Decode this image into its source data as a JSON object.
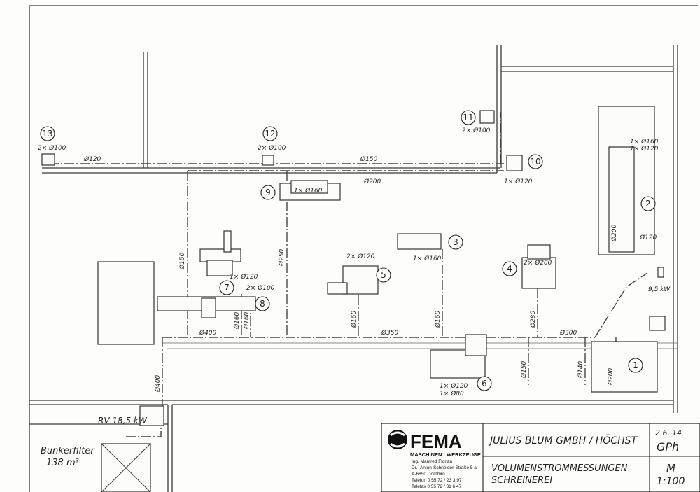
{
  "title_block": {
    "company_name": "FEMA",
    "company_tagline": "MASCHINEN · WERKZEUGE",
    "company_person": "Ing. Manfred Florian",
    "company_street": "Dr.- Anton-Schneider-Straße 5 a",
    "company_city": "A-6850 Dornbirn",
    "company_phone": "Telefon 0 55 72 / 23 3 97",
    "company_fax": "Telefax 0 55 72 / 31 6 47",
    "client": "JULIUS BLUM GMBH / HÖCHST",
    "description_line1": "VOLUMENSTROMMESSUNGEN",
    "description_line2": "SCHREINEREI",
    "date": "2.6.'14",
    "signature": "GPh",
    "scale_label": "M",
    "scale_value": "1:100"
  },
  "machines": [
    {
      "number": "1",
      "flow": "Ø200"
    },
    {
      "number": "2",
      "flow_top": "1× Ø160",
      "flow_bottom": "1× Ø120",
      "branch": "Ø200",
      "branch2": "Ø120"
    },
    {
      "number": "3",
      "flow": "1× Ø160"
    },
    {
      "number": "4",
      "flow": "2× Ø200"
    },
    {
      "number": "5",
      "flow": "2× Ø120"
    },
    {
      "number": "6",
      "flow_1": "1× Ø120",
      "flow_2": "1× Ø80"
    },
    {
      "number": "7",
      "flow": "1× Ø120"
    },
    {
      "number": "8",
      "flow": "2× Ø100"
    },
    {
      "number": "9",
      "flow": "1× Ø160"
    },
    {
      "number": "10",
      "flow": "1× Ø120"
    },
    {
      "number": "11",
      "flow": "2× Ø100"
    },
    {
      "number": "12",
      "flow": "2× Ø100"
    },
    {
      "number": "13",
      "flow": "2× Ø100"
    }
  ],
  "duct_labels": {
    "top_120": "Ø120",
    "top_150": "Ø150",
    "top_200": "Ø200",
    "v_150": "Ø150",
    "v_250": "Ø250",
    "v_160a": "Ø160",
    "v_160b": "Ø160",
    "v_160c": "Ø160",
    "v_160d": "Ø160",
    "v_280": "Ø280",
    "main_400": "Ø400",
    "main_350": "Ø350",
    "main_300": "Ø300",
    "v_400": "Ø400",
    "v_150b": "Ø150",
    "v_140": "Ø140"
  },
  "fan_1_label": "9,5 kW",
  "fan_main_label": "RV 18,5 kW",
  "bunker_label_1": "Bunkerfilter",
  "bunker_label_2": "138 m³"
}
